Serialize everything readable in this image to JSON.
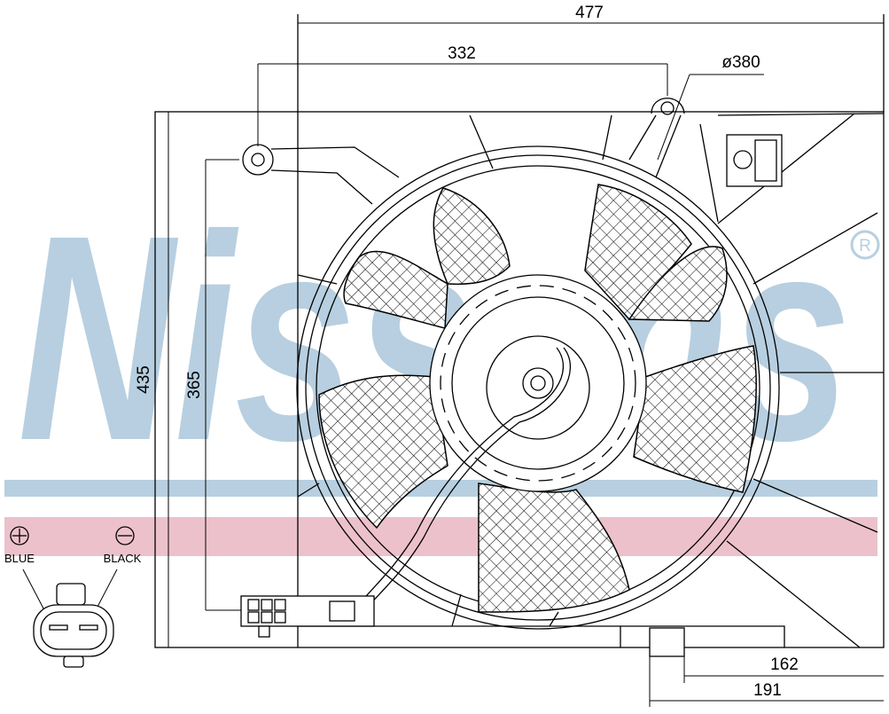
{
  "watermark": {
    "brand": "Nissens",
    "registered_mark": "R",
    "color": "#b7cfe0",
    "stripe_blue": "#b7cfe0",
    "stripe_pink": "#ecc1cb"
  },
  "dimensions": {
    "overall_width": "477",
    "mount_spacing": "332",
    "fan_diameter": "ø380",
    "overall_height": "435",
    "mount_height": "365",
    "connector_offset_1": "162",
    "connector_offset_2": "191"
  },
  "connector_pinout": {
    "positive_symbol": "+",
    "negative_symbol": "−",
    "positive_wire": "BLUE",
    "negative_wire": "BLACK"
  },
  "colors": {
    "line": "#000000",
    "blade_hatch": "#000000"
  }
}
